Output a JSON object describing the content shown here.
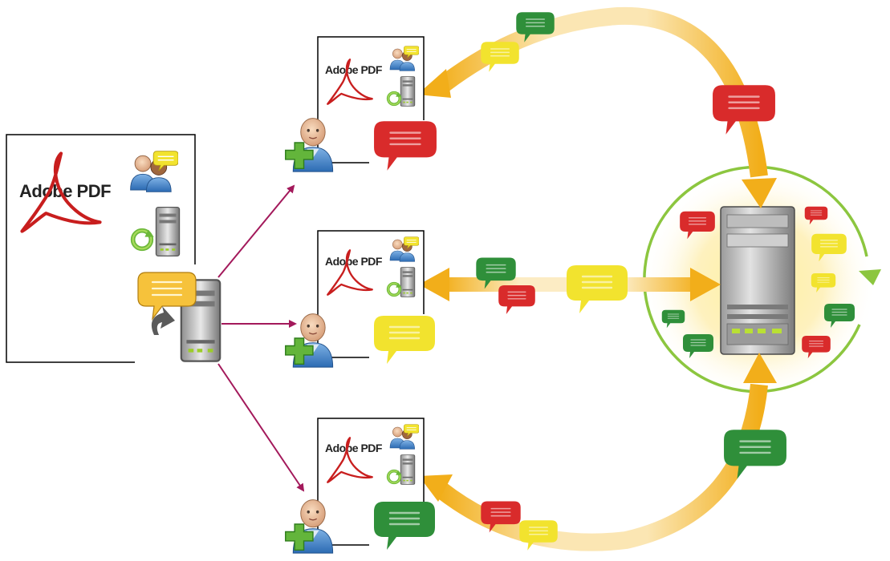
{
  "source_document": {
    "brand_label": "Adobe PDF",
    "icons": [
      "shared-review-users-icon",
      "server-sync-icon",
      "comment-server-icon"
    ]
  },
  "reviewer_documents": [
    {
      "brand_label": "Adobe PDF",
      "comment_color": "red"
    },
    {
      "brand_label": "Adobe PDF",
      "comment_color": "yellow"
    },
    {
      "brand_label": "Adobe PDF",
      "comment_color": "green"
    }
  ],
  "colors": {
    "comment_red": "#d92b2b",
    "comment_yellow": "#f2e32e",
    "comment_green": "#2f8f3a",
    "sync_arrow": "#f2ae1a",
    "distribution_arrow": "#a3195b",
    "server_ring": "#8cc63f",
    "document_border": "#000000",
    "acrobat_red": "#c81e1e"
  }
}
